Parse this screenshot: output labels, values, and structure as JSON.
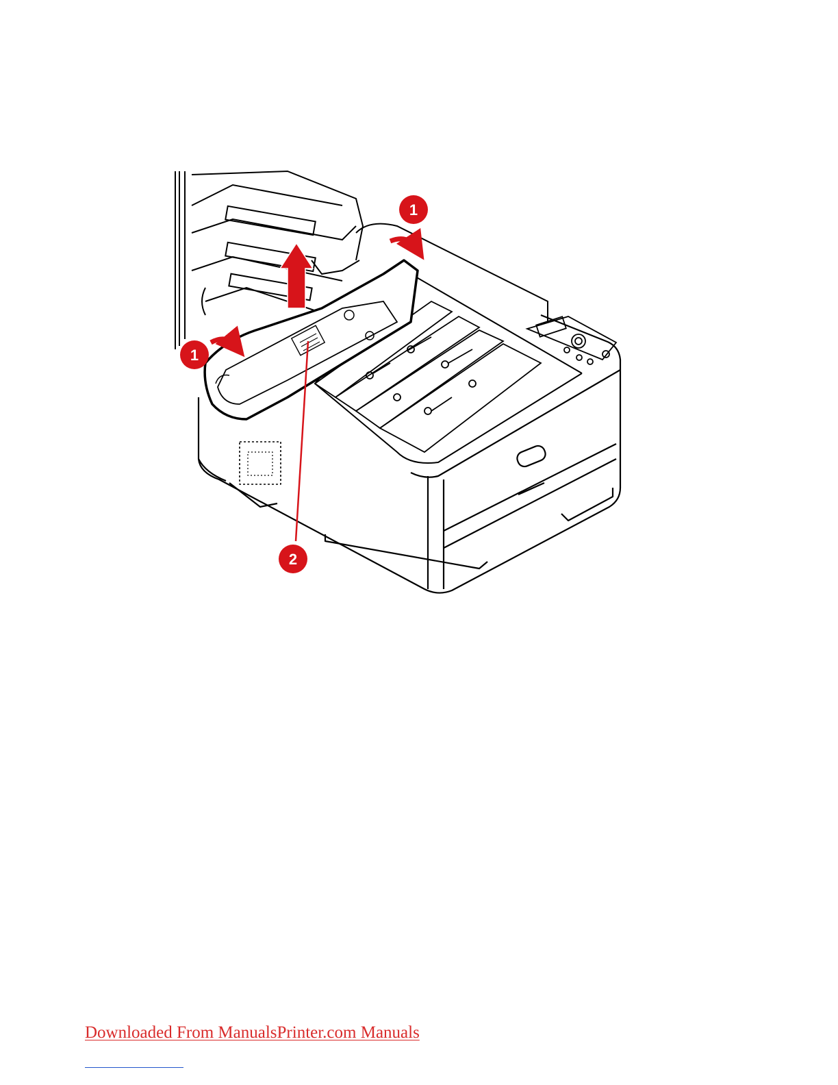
{
  "figure": {
    "callouts": [
      {
        "label": "1",
        "icon": "red-circle-badge"
      },
      {
        "label": "1",
        "icon": "red-circle-badge"
      },
      {
        "label": "2",
        "icon": "red-circle-badge"
      }
    ],
    "arrows": [
      "curved-arrow-right",
      "curved-arrow-right",
      "up-arrow"
    ],
    "colors": {
      "callout": "#d7141a",
      "line_art": "#000000"
    }
  },
  "footer": {
    "download_text": "Downloaded From ManualsPrinter.com Manuals",
    "link_color": "#d92b2b",
    "rule_color": "#2255cc"
  }
}
